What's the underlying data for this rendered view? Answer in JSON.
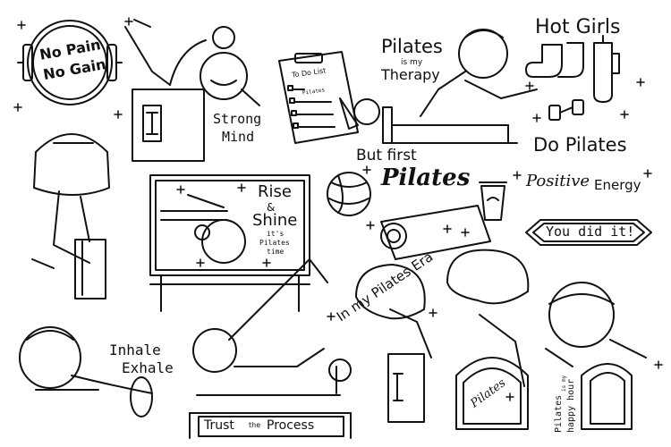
{
  "badge": {
    "line1": "No Pain",
    "line2": "No Gain"
  },
  "strong_mind": {
    "line1": "Strong",
    "line2": "Mind"
  },
  "todo": {
    "title": "To Do List",
    "first_item": "Pilates"
  },
  "therapy": {
    "line1": "Pilates",
    "line2": "is my",
    "line3": "Therapy"
  },
  "hot_girls": {
    "top": "Hot Girls",
    "bottom": "Do Pilates"
  },
  "but_first": {
    "line1": "But first",
    "script": "Pilates"
  },
  "positive": {
    "script": "Positive",
    "word": "Energy"
  },
  "banner": {
    "text": "You did it!"
  },
  "rise": {
    "line1": "Rise",
    "line2": "&",
    "line3": "Shine",
    "line4": "it's",
    "line5": "Pilates",
    "line6": "time"
  },
  "era": {
    "text": "In my Pilates Era"
  },
  "inhale": {
    "line1": "Inhale",
    "line2": "Exhale"
  },
  "trust": {
    "pre": "Trust",
    "mid": "the",
    "post": "Process"
  },
  "chair_script": {
    "text": "Pilates"
  },
  "happy_hour": {
    "line1": "Pilates",
    "line2": "is my",
    "line3": "happy hour"
  }
}
